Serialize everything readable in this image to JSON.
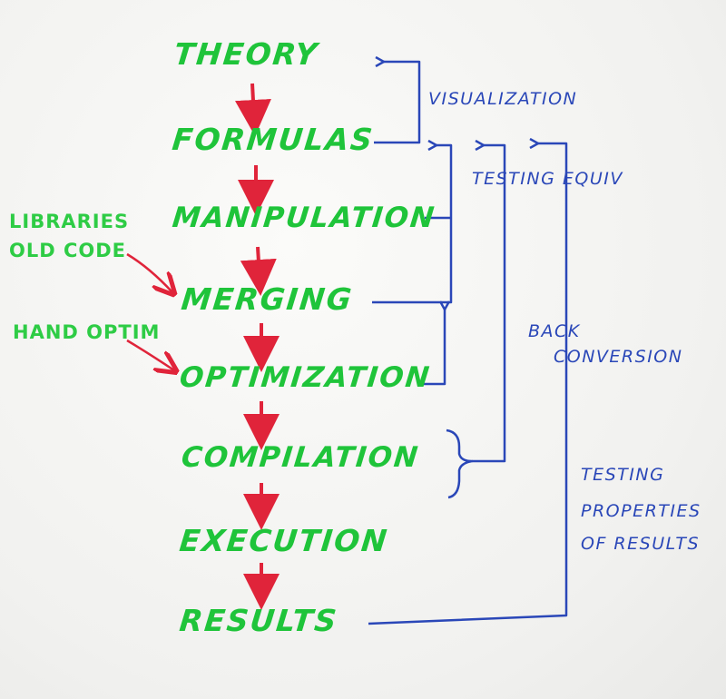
{
  "stages": [
    "THEORY",
    "FORMULAS",
    "MANIPULATION",
    "MERGING",
    "OPTIMIZATION",
    "COMPILATION",
    "EXECUTION",
    "RESULTS"
  ],
  "side_inputs": [
    "LIBRARIES",
    "OLD CODE",
    "HAND OPTIM"
  ],
  "feedback_notes": {
    "visualization": "VISUALIZATION",
    "testing_equiv": "TESTING EQUIV",
    "back_conversion_1": "BACK",
    "back_conversion_2": "CONVERSION",
    "testing_props_1": "TESTING",
    "testing_props_2": "PROPERTIES",
    "testing_props_3": "OF RESULTS"
  },
  "colors": {
    "stage_text": "#1fc43a",
    "flow_arrow": "#e0243a",
    "feedback_line": "#2a47b8",
    "board": "#f4f4f2"
  }
}
